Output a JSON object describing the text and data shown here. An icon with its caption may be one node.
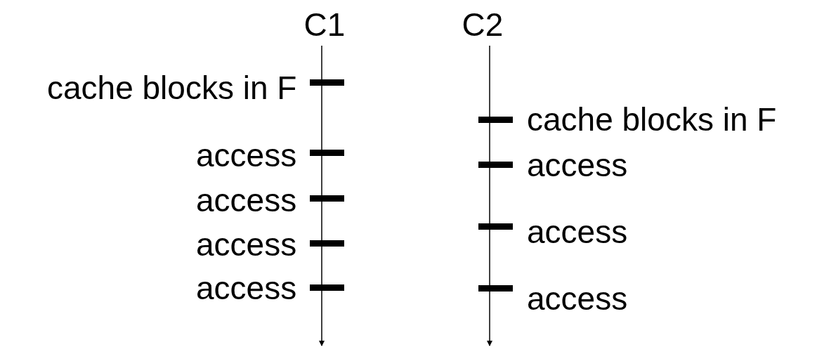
{
  "diagram": {
    "labels": [
      "C1",
      "C2",
      "cache blocks in F",
      "cache blocks in F",
      "access",
      "access",
      "access",
      "access",
      "access",
      "access",
      "access"
    ]
  }
}
